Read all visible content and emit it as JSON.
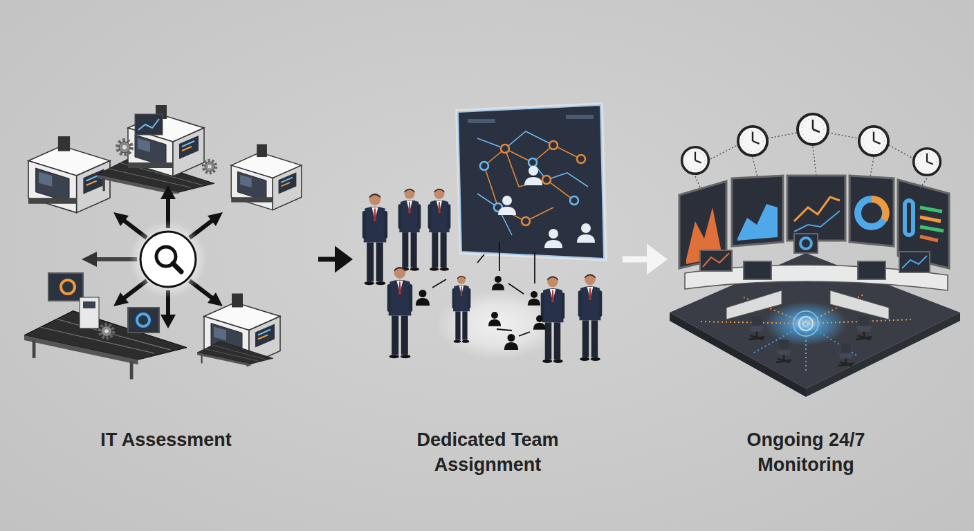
{
  "diagram": {
    "nodes": [
      {
        "text": [
          "IT Assessment"
        ]
      },
      {
        "text": [
          "Dedicated Team Assignment"
        ]
      },
      {
        "text": [
          "Ongoing 24/7 Monitoring"
        ]
      }
    ],
    "edges": [
      {
        "from": 0,
        "to": 1,
        "arrow": "to"
      },
      {
        "from": 1,
        "to": 2,
        "arrow": "to"
      }
    ]
  }
}
